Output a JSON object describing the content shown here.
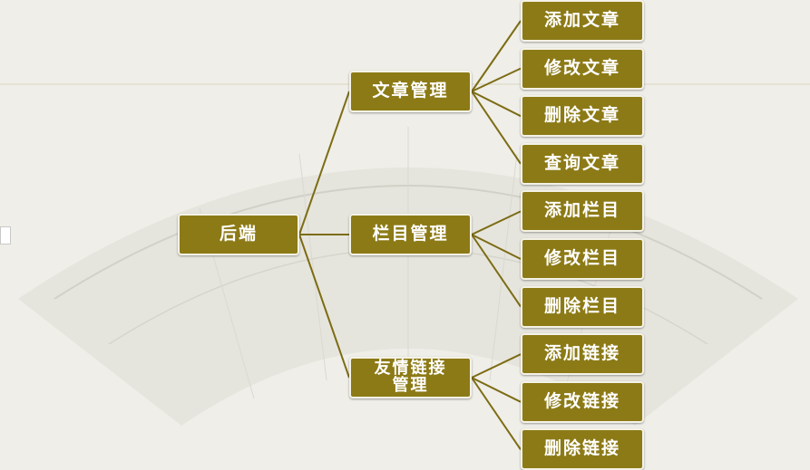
{
  "colors": {
    "node_fill": "#8c7a16",
    "node_border": "#f4f2e6",
    "node_text": "#ffffff",
    "connector": "#7c6c14",
    "background": "#efeee8"
  },
  "mindmap": {
    "root": {
      "label": "后端"
    },
    "branches": [
      {
        "label": "文章管理",
        "children": [
          "添加文章",
          "修改文章",
          "删除文章",
          "查询文章"
        ]
      },
      {
        "label": "栏目管理",
        "children": [
          "添加栏目",
          "修改栏目",
          "删除栏目"
        ]
      },
      {
        "label": "友情链接\n管理",
        "children": [
          "添加链接",
          "修改链接",
          "删除链接"
        ]
      }
    ]
  }
}
